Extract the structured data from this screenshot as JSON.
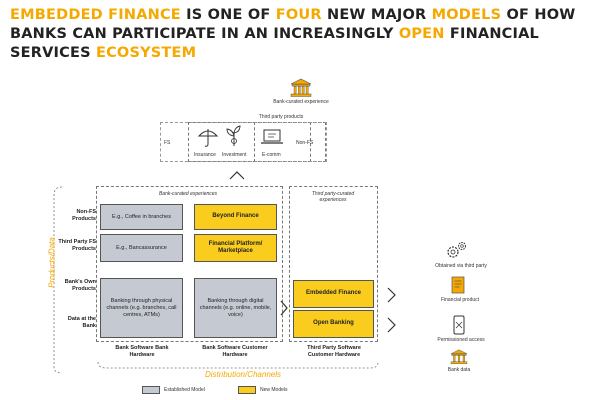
{
  "title": {
    "parts": [
      {
        "text": "EMBEDDED FINANCE",
        "highlight": true
      },
      {
        "text": " IS ONE OF ",
        "highlight": false
      },
      {
        "text": "FOUR",
        "highlight": true
      },
      {
        "text": " NEW MAJOR ",
        "highlight": false
      },
      {
        "text": "MODELS",
        "highlight": true
      },
      {
        "text": " OF HOW BANKS CAN PARTICIPATE IN AN INCREASINGLY ",
        "highlight": false
      },
      {
        "text": "OPEN",
        "highlight": true
      },
      {
        "text": " FINANCIAL SERVICES ",
        "highlight": false
      },
      {
        "text": "ECOSYSTEM",
        "highlight": true
      }
    ]
  },
  "top": {
    "bank_curated": "Bank-curated experience",
    "third_party_products": "Third party products",
    "fs": "FS",
    "non_fs": "Non-FS",
    "insurance": "Insurance",
    "investment": "Investment",
    "ecomm": "E-comm"
  },
  "matrix": {
    "bank_curated_experiences": "Bank-curated experiences",
    "third_party_curated_experiences": "Third party-curated experiences",
    "left_axis_label": "Products/Data",
    "bottom_axis_label": "Distribution/Channels",
    "rows": {
      "non_fs": "Non-FS Products",
      "third_party_fs": "Third Party FS Products",
      "banks_own": "Bank's Own Products",
      "data": "Data at the Bank"
    },
    "cells": {
      "coffee": "E.g., Coffee in branches",
      "bancassurance": "E.g., Bancassurance",
      "physical": "Banking through physical channels (e.g. branches, call centres, ATMs)",
      "beyond_finance": "Beyond Finance",
      "platform": "Financial Platform/ Marketplace",
      "digital": "Banking through digital channels (e.g. online, mobile, voice)",
      "embedded": "Embedded Finance",
      "open_banking": "Open Banking"
    },
    "columns": {
      "col1": "Bank Software Bank Hardware",
      "col2": "Bank Software Customer Hardware",
      "col3": "Third Party Software Customer Hardware"
    }
  },
  "right": {
    "obtained": "Obtained via third party",
    "financial_product": "Financial product",
    "permissioned": "Permissioned access",
    "bank_data": "Bank data"
  },
  "legend": {
    "established": "Established Model",
    "new": "New Models"
  },
  "colors": {
    "accent": "#f5a800",
    "gold": "#f9cc1d",
    "grey": "#c5c9d1"
  },
  "icons": [
    "bank-icon",
    "umbrella-icon",
    "plant-icon",
    "laptop-icon",
    "gears-icon",
    "document-icon",
    "phone-icon",
    "chevron-up-icon",
    "chevron-right-icon"
  ]
}
